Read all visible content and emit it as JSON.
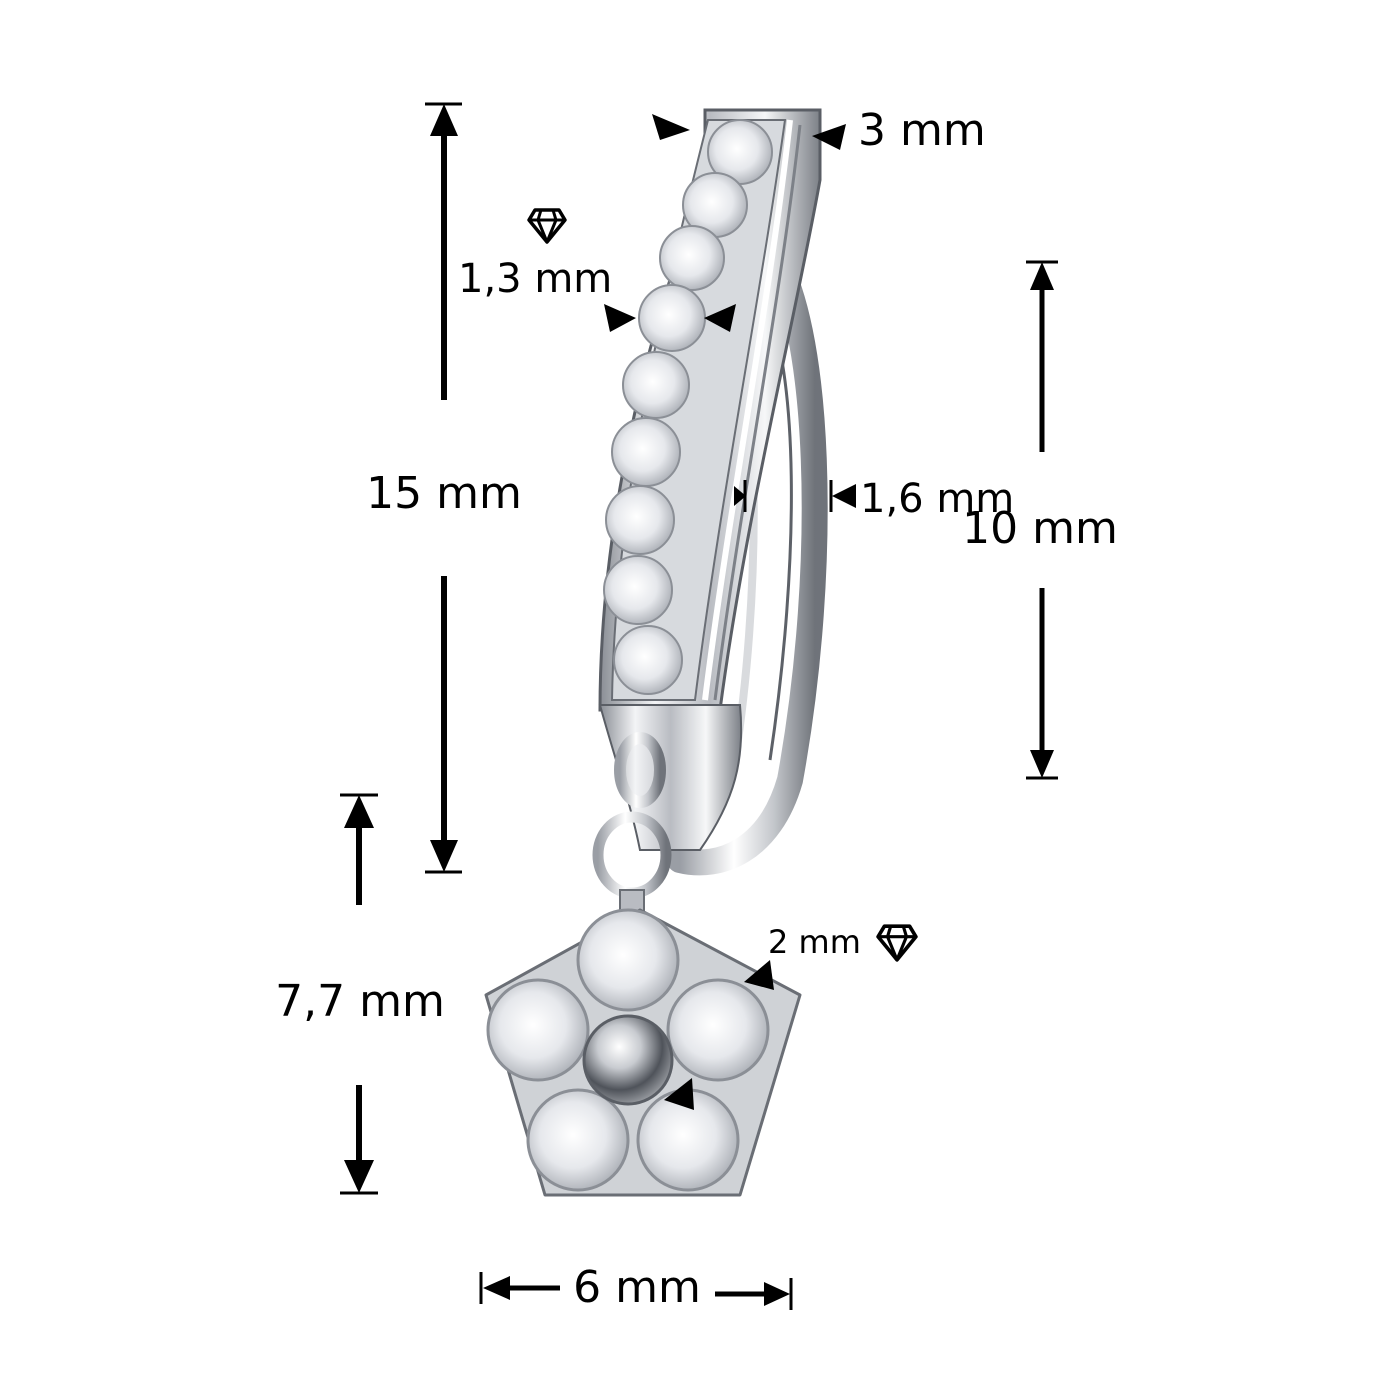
{
  "dimensions": {
    "total_length": "15 mm",
    "bar_width": "3 mm",
    "stone_size_bar": "1,3 mm",
    "wire_thickness": "1,6 mm",
    "curve_length": "10 mm",
    "dangle_length": "7,7 mm",
    "stone_size_flower": "2 mm",
    "flower_width": "6 mm"
  },
  "icons": {
    "stone_icon_bar": "diamond-icon",
    "stone_icon_flower": "diamond-icon"
  },
  "colors": {
    "metal_light": "#f4f4f6",
    "metal_mid": "#c9ccd1",
    "metal_dark": "#6e7279",
    "stone": "#e9ecef",
    "ink": "#000000"
  }
}
